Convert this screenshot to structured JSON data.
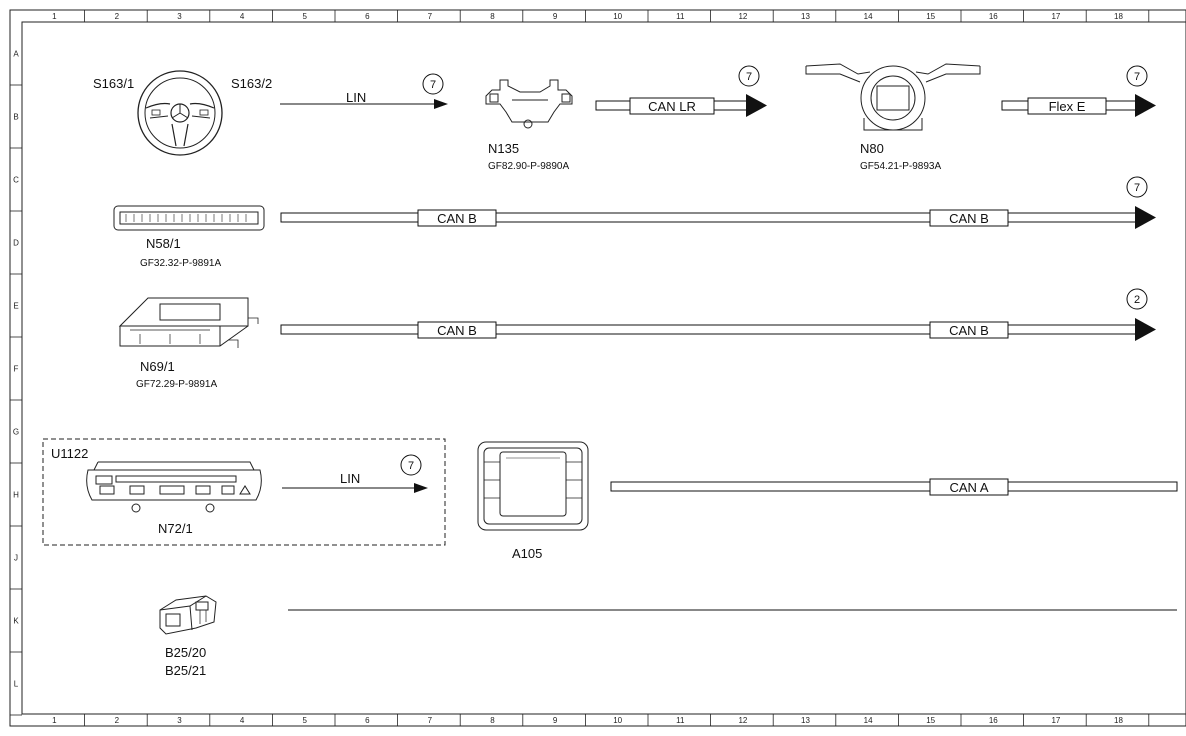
{
  "grid": {
    "columns": [
      "1",
      "2",
      "3",
      "4",
      "5",
      "6",
      "7",
      "8",
      "9",
      "10",
      "11",
      "12",
      "13",
      "14",
      "15",
      "16",
      "17",
      "18"
    ],
    "rows": [
      "A",
      "B",
      "C",
      "D",
      "E",
      "F",
      "G",
      "H",
      "J",
      "K",
      "L"
    ]
  },
  "components": {
    "steering_left": {
      "label": "S163/1"
    },
    "steering_right": {
      "label": "S163/2"
    },
    "n135": {
      "label": "N135",
      "code": "GF82.90-P-9890A"
    },
    "n80": {
      "label": "N80",
      "code": "GF54.21-P-9893A"
    },
    "n58": {
      "label": "N58/1",
      "code": "GF32.32-P-9891A"
    },
    "n69": {
      "label": "N69/1",
      "code": "GF72.29-P-9891A"
    },
    "u1122": {
      "label": "U1122"
    },
    "n72": {
      "label": "N72/1"
    },
    "a105": {
      "label": "A105"
    },
    "b25_20": {
      "label": "B25/20"
    },
    "b25_21": {
      "label": "B25/21"
    }
  },
  "connections": {
    "lin_top": {
      "label": "LIN",
      "ref": "7"
    },
    "can_lr": {
      "label": "CAN LR",
      "ref": "7"
    },
    "flex_e": {
      "label": "Flex E",
      "ref": "7"
    },
    "can_b_1": {
      "label_a": "CAN B",
      "label_b": "CAN B",
      "ref": "7"
    },
    "can_b_2": {
      "label_a": "CAN B",
      "label_b": "CAN B",
      "ref": "2"
    },
    "lin_bottom": {
      "label": "LIN",
      "ref": "7"
    },
    "can_a": {
      "label": "CAN A"
    }
  }
}
